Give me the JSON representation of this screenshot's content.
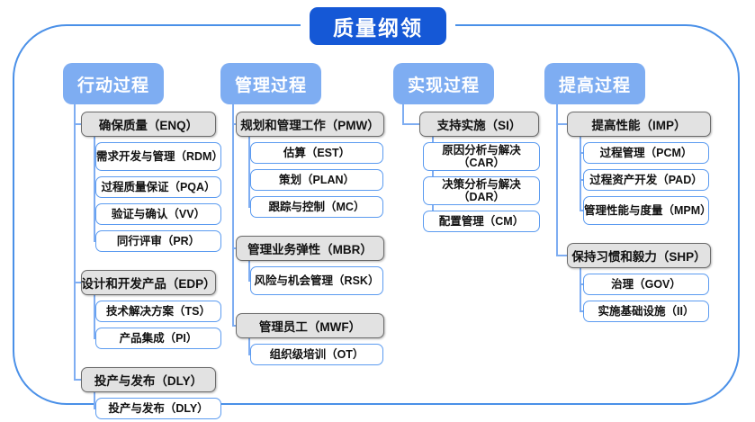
{
  "diagram": {
    "title": "质量纲领",
    "accent_blue": "#1558d6",
    "header_blue": "#7eadf2",
    "line_blue": "#5b9bf0",
    "group_gray": "#e2e2e2",
    "frame_border": "#4a90e8",
    "columns": [
      {
        "header": "行动过程",
        "groups": [
          {
            "label": "确保质量（ENQ）",
            "children": [
              "需求开发与管理（RDM）",
              "过程质量保证（PQA）",
              "验证与确认（VV）",
              "同行评审（PR）"
            ]
          },
          {
            "label": "设计和开发产品（EDP）",
            "children": [
              "技术解决方案（TS）",
              "产品集成（PI）"
            ]
          },
          {
            "label": "投产与发布（DLY）",
            "children": [
              "投产与发布（DLY）"
            ]
          }
        ]
      },
      {
        "header": "管理过程",
        "groups": [
          {
            "label": "规划和管理工作（PMW）",
            "children": [
              "估算（EST）",
              "策划（PLAN）",
              "跟踪与控制（MC）"
            ]
          },
          {
            "label": "管理业务弹性（MBR）",
            "children": [
              "风险与机会管理（RSK）"
            ]
          },
          {
            "label": "管理员工（MWF）",
            "children": [
              "组织级培训（OT）"
            ]
          }
        ]
      },
      {
        "header": "实现过程",
        "groups": [
          {
            "label": "支持实施（SI）",
            "children": [
              "原因分析与解决（CAR）",
              "决策分析与解决（DAR）",
              "配置管理（CM）"
            ]
          }
        ]
      },
      {
        "header": "提高过程",
        "groups": [
          {
            "label": "提高性能（IMP）",
            "children": [
              "过程管理（PCM）",
              "过程资产开发（PAD）",
              "管理性能与度量（MPM）"
            ]
          },
          {
            "label": "保持习惯和毅力（SHP）",
            "children": [
              "治理（GOV）",
              "实施基础设施（II）"
            ]
          }
        ]
      }
    ]
  }
}
